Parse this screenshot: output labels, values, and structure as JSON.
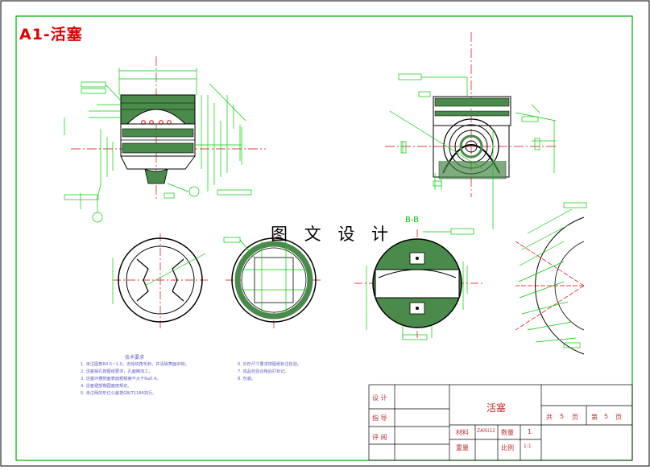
{
  "sheet": {
    "title": "A1-活塞",
    "watermark": "图 文 设 计",
    "section_label": "B-B"
  },
  "tech_requirements": {
    "heading": "技术要求",
    "left_items": [
      "1. 未注圆角R0.5~1.0，去除锐角毛刺，并清除表面杂物。",
      "2. 活塞销孔按图纸要求，孔面精加工。",
      "3. 活塞环槽侧面表面粗糙度不大于Ra0.4。",
      "4. 活塞裙部椭圆度按规定。",
      "5. 未注明的形位公差按GB/T1184执行。"
    ],
    "right_items": [
      "6. 外形尺寸要求按图纸标注检验。",
      "7. 成品检验合格后打标记。",
      "8. 包装。"
    ]
  },
  "title_block": {
    "part_name": "活塞",
    "labels": {
      "design": "设 计",
      "check": "指 导",
      "review": "评 阅",
      "material": "材料",
      "quantity": "数量",
      "weight": "重量",
      "scale": "比例",
      "total": "共",
      "sheet": "第",
      "page": "页"
    },
    "values": {
      "material": "ZAlSi12",
      "quantity": "1",
      "scale": "1:1",
      "total_pages": "5",
      "sheet_no": "5"
    }
  },
  "colors": {
    "geometry": "#000000",
    "dimension": "#00cc00",
    "centerline": "#e00000",
    "hatch": "#008800",
    "title": "#e00000"
  }
}
